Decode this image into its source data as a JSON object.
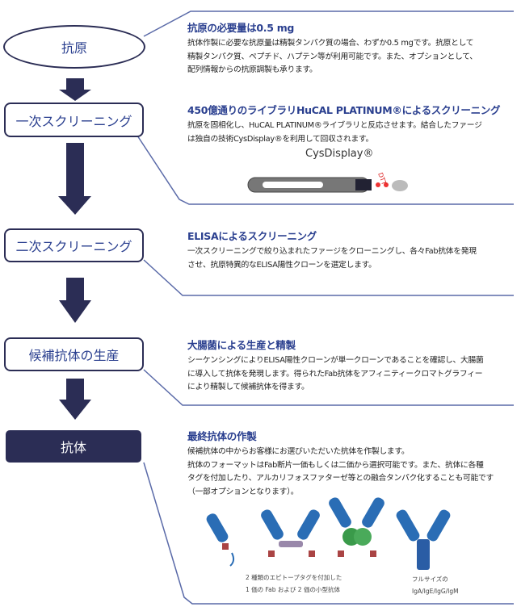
{
  "steps": [
    {
      "label": "抗原"
    },
    {
      "label": "一次スクリーニング"
    },
    {
      "label": "二次スクリーニング"
    },
    {
      "label": "候補抗体の生産"
    },
    {
      "label": "抗体"
    }
  ],
  "sections": [
    {
      "title": "抗原の必要量は0.5 mg",
      "lines": [
        "抗体作製に必要な抗原量は精製タンパク質の場合、わずか0.5 mgです。抗原として",
        "精製タンパク質、ペプチド、ハプテン等が利用可能です。また、オプションとして、",
        "配列情報からの抗原調製も承ります。"
      ]
    },
    {
      "title": "450億通りのライブラリHuCAL PLATINUM®によるスクリーニング",
      "lines": [
        "抗原を固相化し、HuCAL PLATINUM®ライブラリと反応させます。結合したファージ",
        "は独自の技術CysDisplay®を利用して回収されます。"
      ],
      "figure_label": "CysDisplay®",
      "figure_tag": "DTT"
    },
    {
      "title": "ELISAによるスクリーニング",
      "lines": [
        "一次スクリーニングで絞り込まれたファージをクローニングし、各々Fab抗体を発現",
        "させ、抗原特異的なELISA陽性クローンを選定します。"
      ]
    },
    {
      "title": "大腸菌による生産と精製",
      "lines": [
        "シーケンシングによりELISA陽性クローンが単一クローンであることを確認し、大腸菌",
        "に導入して抗体を発現します。得られたFab抗体をアフィニティークロマトグラフィー",
        "により精製して候補抗体を得ます。"
      ]
    },
    {
      "title": "最終抗体の作製",
      "lines": [
        "候補抗体の中からお客様にお選びいただいた抗体を作製します。",
        "抗体のフォーマットはFab断片一価もしくは二価から選択可能です。また、抗体に各種",
        "タグを付加したり、アルカリフォスファターゼ等との融合タンパク化することも可能です",
        "（一部オプションとなります）。"
      ],
      "captions": {
        "left": [
          "2 種類のエピトープタグを付加した",
          "1 価の Fab および 2 価の小型抗体"
        ],
        "right": [
          "フルサイズの",
          "IgA/IgE/IgG/IgM"
        ]
      }
    }
  ],
  "colors": {
    "navy": "#2b2d55",
    "heading": "#2a3f8f",
    "line": "#5a6aa8"
  }
}
